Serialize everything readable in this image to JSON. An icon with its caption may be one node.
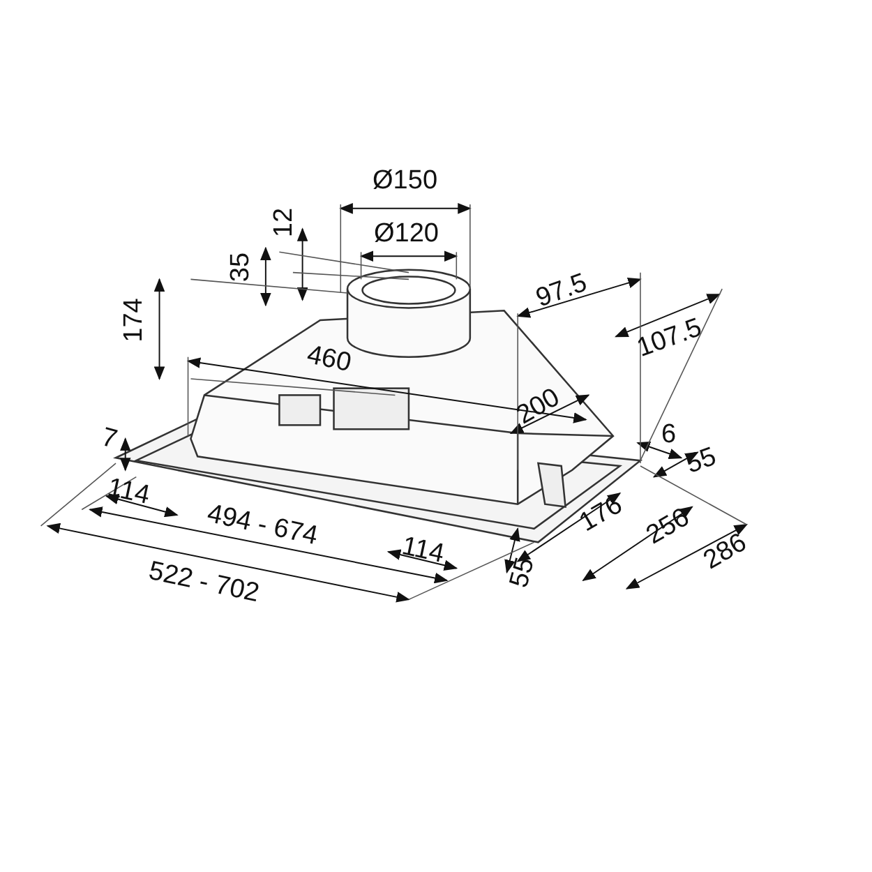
{
  "diagram": {
    "labels": [
      "Ø150",
      "Ø120",
      "12",
      "35",
      "97.5",
      "174",
      "107.5",
      "460",
      "200",
      "7",
      "6",
      "55",
      "114",
      "494 - 674",
      "176",
      "256",
      "286",
      "114",
      "55",
      "522 - 702"
    ]
  }
}
